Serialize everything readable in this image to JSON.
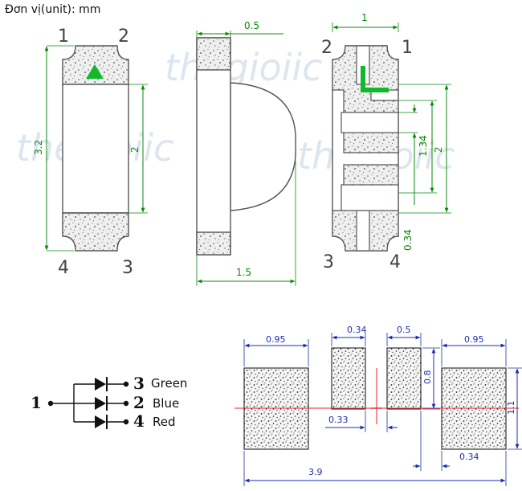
{
  "unit_label": "Đơn vị(unit): mm",
  "watermark": "thegioiic",
  "top_view": {
    "pins": [
      "1",
      "2",
      "4",
      "3"
    ],
    "dims": {
      "height": "3.2",
      "inner": "2"
    }
  },
  "side_view": {
    "dims": {
      "top": "0.5",
      "bottom": "1.5"
    }
  },
  "bottom_view": {
    "pins": [
      "2",
      "1",
      "3",
      "4"
    ],
    "dims": {
      "top": "1",
      "a": "1.34",
      "b": "2",
      "c": "0.34"
    }
  },
  "schematic": {
    "common_pin": "1",
    "channels": [
      {
        "pin": "3",
        "label": "Green"
      },
      {
        "pin": "2",
        "label": "Blue"
      },
      {
        "pin": "4",
        "label": "Red"
      }
    ]
  },
  "footprint": {
    "dims": {
      "pad_left": "0.95",
      "pad_mid1": "0.34",
      "pad_mid2": "0.5",
      "pad_right": "0.95",
      "gap": "0.33",
      "height_small": "0.8",
      "height_large": "1.1",
      "right_gap": "0.34",
      "total": "3.9"
    }
  },
  "colors": {
    "dimension_green": "#0a8a0a",
    "dimension_blue": "#1d2fa8",
    "indicator_green": "#11b82c",
    "center_line_red": "#e02020"
  }
}
